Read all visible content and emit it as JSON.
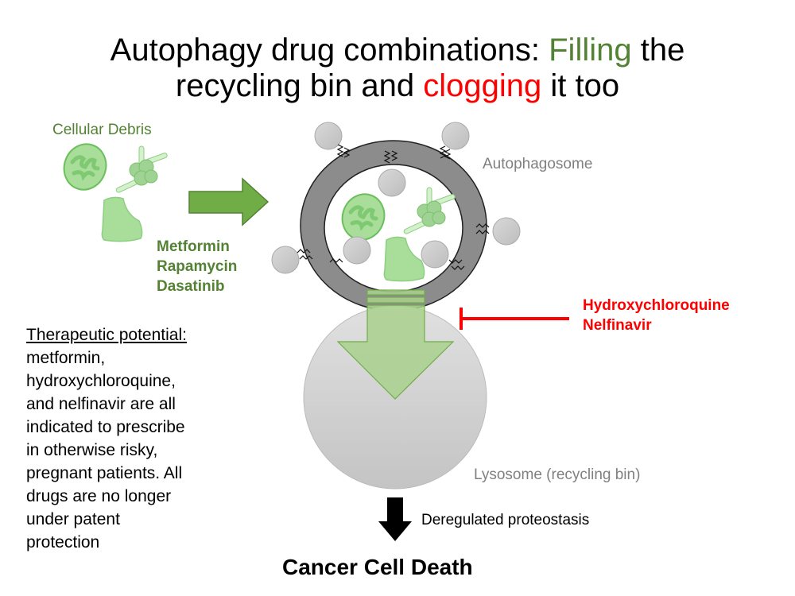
{
  "title": {
    "line1_prefix": "Autophagy drug combinations: ",
    "line1_green": "Filling",
    "line1_suffix": " the",
    "line2_prefix": "recycling bin and ",
    "line2_red": "clogging",
    "line2_suffix": " it too"
  },
  "labels": {
    "cellular_debris": "Cellular Debris",
    "autophagosome": "Autophagosome",
    "lysosome": "Lysosome (recycling bin)",
    "deregulated": "Deregulated proteostasis",
    "outcome": "Cancer Cell Death"
  },
  "inducers": [
    "Metformin",
    "Rapamycin",
    "Dasatinib"
  ],
  "inhibitors": [
    "Hydroxychloroquine",
    "Nelfinavir"
  ],
  "therapeutic": {
    "heading": "Therapeutic potential:",
    "lines": [
      "metformin,",
      "hydroxychloroquine,",
      "and nelfinavir are all",
      "indicated to prescribe",
      "in otherwise risky,",
      "pregnant patients. All",
      "drugs are no longer",
      "under patent",
      "protection"
    ]
  },
  "colors": {
    "green": "#548235",
    "red": "#ff0000",
    "gray_text": "#808080",
    "debris": "#a9dd9a"
  }
}
